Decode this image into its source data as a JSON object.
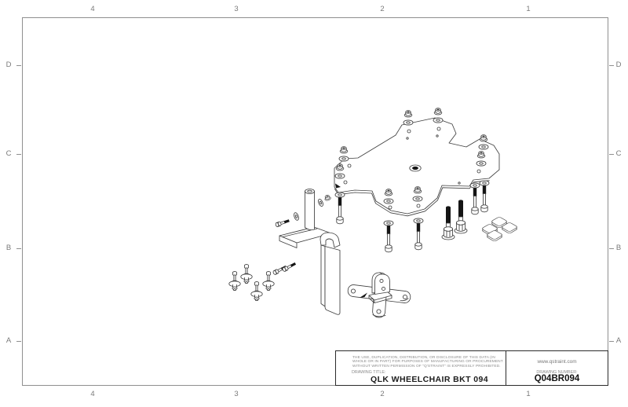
{
  "sheet": {
    "background": "#ffffff",
    "line_color": "#3f3f3f",
    "frame_color": "#8f8f8f"
  },
  "zones": {
    "columns": [
      "4",
      "3",
      "2",
      "1"
    ],
    "rows": [
      "D",
      "C",
      "B",
      "A"
    ]
  },
  "title_block": {
    "legal_lines": [
      "THE USE, DUPLICATION, DISTRIBUTION, OR DISCLOSURE OF THIS DATA (IN",
      "WHOLE OR IN PART) FOR PURPOSES OF MANUFACTURING OR PROCUREMENT",
      "WITHOUT WRITTEN PERMISSION OF \"Q'STRAINT\" IS EXPRESSLY PROHIBITED."
    ],
    "drawing_title_label": "DRAWING TITLE:",
    "drawing_title": "QLK WHEELCHAIR BKT 094",
    "website": "www.qstraint.com",
    "drawing_number_label": "DRAWING NUMBER:",
    "drawing_number": "Q04BR094"
  },
  "drawing": {
    "view": "isometric-exploded-assembly",
    "parts": [
      "mounting-plate",
      "flange-nut-washer-stacks",
      "carriage-bolts",
      "stand-bracket-with-guide-post",
      "rubber-bumper-mounts",
      "small-hex-bolts",
      "hook-bracket",
      "cross-base-with-pivot-bracket",
      "hex-flange-bolts",
      "square-nuts"
    ]
  }
}
